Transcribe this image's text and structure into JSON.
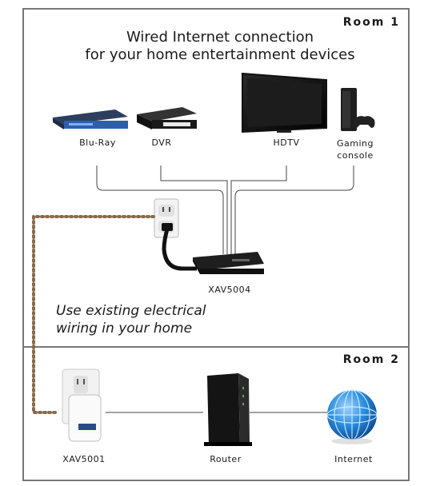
{
  "rooms": {
    "room1": "Room 1",
    "room2": "Room 2"
  },
  "headline": {
    "line1": "Wired Internet connection",
    "line2": "for your home entertainment devices"
  },
  "devices": {
    "bluray": "Blu-Ray",
    "dvr": "DVR",
    "hdtv": "HDTV",
    "gaming_line1": "Gaming",
    "gaming_line2": "console",
    "xav5004": "XAV5004",
    "xav5001": "XAV5001",
    "router": "Router",
    "internet": "Internet"
  },
  "note": {
    "line1": "Use existing electrical",
    "line2": "wiring in your home"
  },
  "colors": {
    "frame": "#777777",
    "dotted": "#8a6a4c",
    "globe": "#1f7fd0"
  }
}
